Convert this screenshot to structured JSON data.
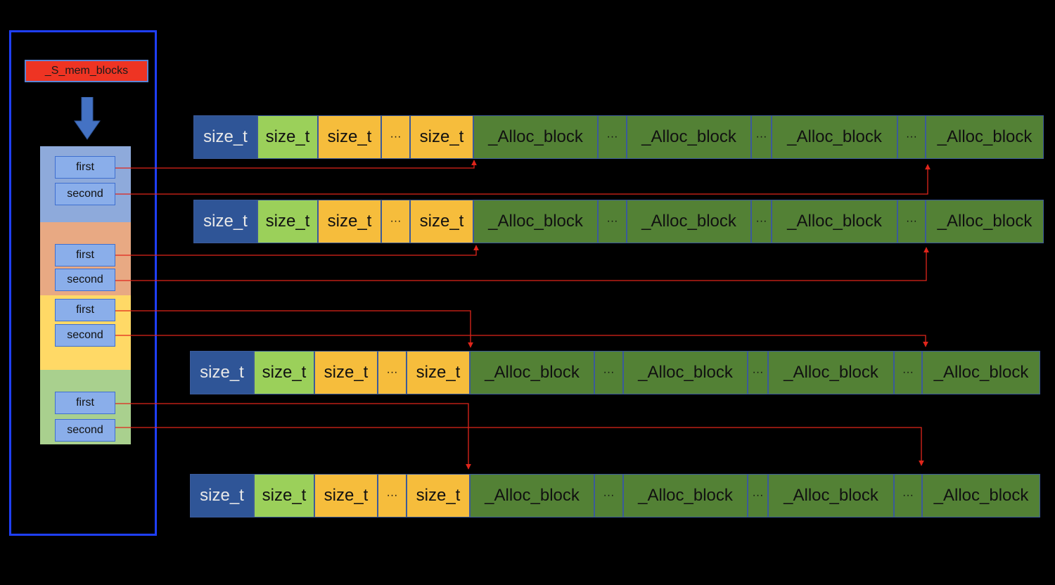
{
  "container": {
    "header_label": "_S_mem_blocks"
  },
  "pairs": [
    {
      "first_label": "first",
      "second_label": "second",
      "color": "#8eaadb"
    },
    {
      "first_label": "first",
      "second_label": "second",
      "color": "#e8a983"
    },
    {
      "first_label": "first",
      "second_label": "second",
      "color": "#ffd966"
    },
    {
      "first_label": "first",
      "second_label": "second",
      "color": "#a9d08e"
    }
  ],
  "block_row": {
    "cells": [
      {
        "label": "size_t",
        "color": "#2f5597"
      },
      {
        "label": "size_t",
        "color": "#9bd05a"
      },
      {
        "label": "size_t",
        "color": "#f6bd3c"
      },
      {
        "label": "···",
        "color": "#f6bd3c"
      },
      {
        "label": "size_t",
        "color": "#f6bd3c"
      },
      {
        "label": "_Alloc_block",
        "color": "#538135"
      },
      {
        "label": "···",
        "color": "#538135"
      },
      {
        "label": "_Alloc_block",
        "color": "#538135"
      },
      {
        "label": "···",
        "color": "#538135"
      },
      {
        "label": "_Alloc_block",
        "color": "#538135"
      },
      {
        "label": "···",
        "color": "#538135"
      },
      {
        "label": "_Alloc_block",
        "color": "#538135"
      }
    ]
  },
  "colors": {
    "container_border": "#1f3fff",
    "header_fill": "#ee3423",
    "arrow_down": "#4472c4",
    "connector": "#e0251b"
  }
}
